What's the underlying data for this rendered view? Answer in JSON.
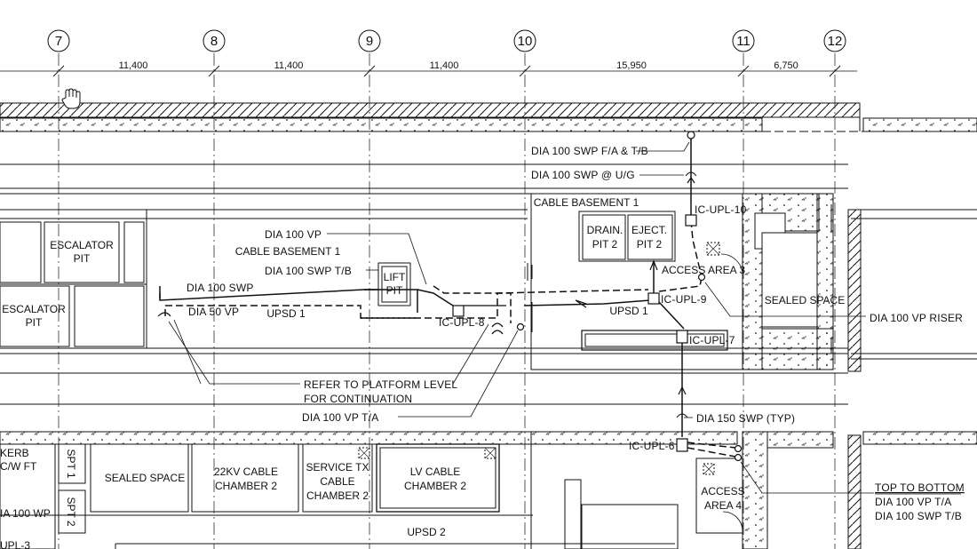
{
  "grid": {
    "lines": [
      "7",
      "8",
      "9",
      "10",
      "11",
      "12"
    ],
    "dimensions": [
      "11,400",
      "11,400",
      "11,400",
      "15,950",
      "6,750"
    ]
  },
  "rooms": {
    "escalator_pit_upper": [
      "ESCALATOR",
      "PIT"
    ],
    "escalator_pit_lower": [
      "ESCALATOR",
      "PIT"
    ],
    "cable_basement_left": "CABLE BASEMENT 1",
    "cable_basement_right": "CABLE BASEMENT 1",
    "upsd_left": "UPSD 1",
    "upsd_right": "UPSD 1",
    "upsd_bottom": "UPSD 2",
    "lift_pit": [
      "LIFT",
      "PIT"
    ],
    "drain_pit": [
      "DRAIN.",
      "PIT 2"
    ],
    "eject_pit": [
      "EJECT.",
      "PIT 2"
    ],
    "access_area_3": "ACCESS AREA 3",
    "sealed_space_right": "SEALED SPACE",
    "sealed_space_bottom": "SEALED SPACE",
    "cable_chamber_22kv": [
      "22KV CABLE",
      "CHAMBER 2"
    ],
    "service_tx": [
      "SERVICE TX",
      "CABLE",
      "CHAMBER 2"
    ],
    "lv_cable": [
      "LV CABLE",
      "CHAMBER 2"
    ],
    "spt1": "SPT 1",
    "spt2": "SPT 2",
    "access_area_4": [
      "ACCESS",
      "AREA 4"
    ],
    "kerb": [
      "KERB",
      "C/W FT"
    ],
    "dia_wp": "IA 100 WP",
    "upl_cut": "UPL-3"
  },
  "pipe_labels": {
    "swp_fa_tb": "DIA 100 SWP F/A & T/B",
    "swp_ug": "DIA 100 SWP @ U/G",
    "vp_top": "DIA 100 VP",
    "swp_tb": "DIA 100 SWP T/B",
    "swp_left": "DIA 100 SWP",
    "vp_50": "DIA 50 VP",
    "refer_1": "REFER TO PLATFORM LEVEL",
    "refer_2": "FOR CONTINUATION",
    "vp_ta": "DIA 100 VP T/A",
    "swp_150": "DIA 150 SWP (TYP)",
    "vp_riser": "DIA 100 VP RISER",
    "top_bottom": "TOP TO BOTTOM",
    "vp_ta_2": "DIA 100 VP T/A",
    "swp_tb_2": "DIA 100 SWP T/B"
  },
  "uplifts": {
    "upl8": "IC-UPL-8",
    "upl9": "IC-UPL-9",
    "upl10": "IC-UPL-10",
    "upl7": "IC-UPL-7",
    "upl6": "IC-UPL-6"
  },
  "icons": {
    "cursor": "hand-cursor-icon"
  },
  "colors": {
    "line": "#111111",
    "background": "#ffffff"
  }
}
